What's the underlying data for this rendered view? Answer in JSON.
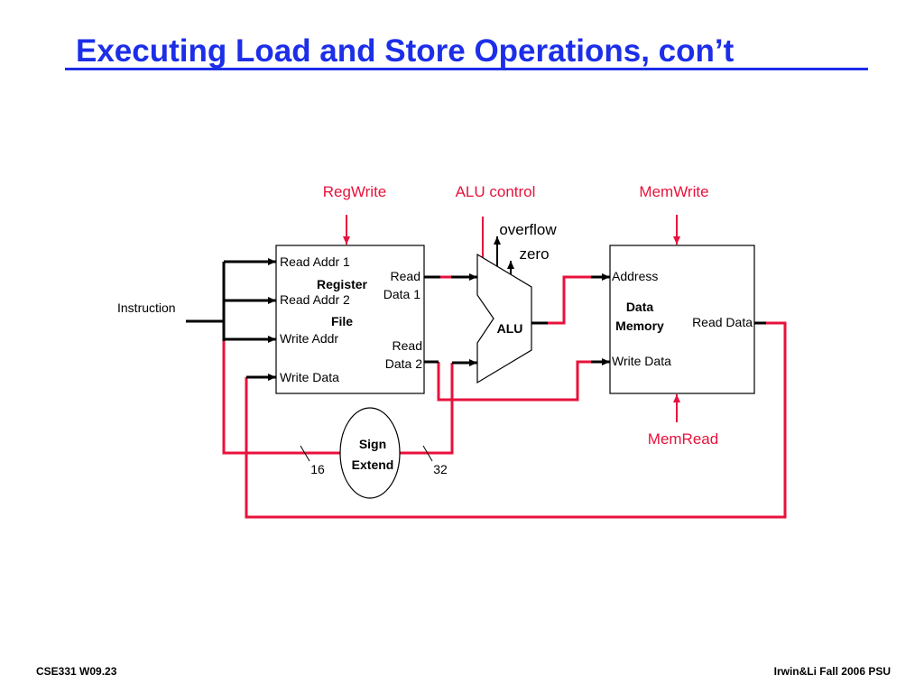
{
  "slide": {
    "title": "Executing Load and Store Operations, con’t",
    "footer_left": "CSE331  W09.23",
    "footer_right": "Irwin&Li Fall 2006 PSU"
  },
  "diagram": {
    "control": {
      "regwrite": "RegWrite",
      "alu_control": "ALU control",
      "memwrite": "MemWrite",
      "memread": "MemRead"
    },
    "alu_outputs": {
      "overflow": "overflow",
      "zero": "zero"
    },
    "instruction": "Instruction",
    "register_file": {
      "name_line1": "Register",
      "name_line2": "File",
      "read_addr1": "Read Addr 1",
      "read_addr2": "Read Addr 2",
      "write_addr": "Write Addr",
      "write_data": "Write Data",
      "read_data1_line1": "Read",
      "read_data1_line2": "Data 1",
      "read_data2_line1": "Read",
      "read_data2_line2": "Data 2"
    },
    "alu": {
      "label": "ALU"
    },
    "data_memory": {
      "name_line1": "Data",
      "name_line2": "Memory",
      "address": "Address",
      "write_data": "Write Data",
      "read_data": "Read Data"
    },
    "sign_extend": {
      "line1": "Sign",
      "line2": "Extend",
      "in_width": "16",
      "out_width": "32"
    },
    "colors": {
      "control": "#e8123c",
      "wire_active": "#e8123c",
      "wire": "#000000",
      "title": "#1c2ee8"
    }
  }
}
